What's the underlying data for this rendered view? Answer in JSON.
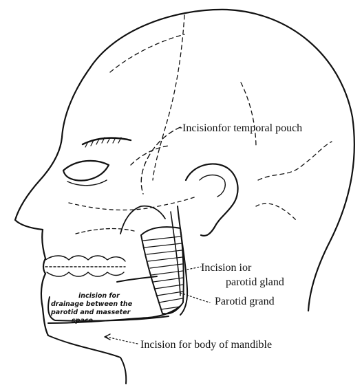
{
  "figure": {
    "labels": {
      "temporal_pouch": "Incisionfor temporal pouch",
      "parotid_incision_line1": "Incision ior",
      "parotid_incision_line2": "parotid gland",
      "parotid_gland": "Parotid grand",
      "body_of_mandible": "Incision for body of mandible",
      "drainage_line1": "incision for",
      "drainage_line2": "drainage between the",
      "drainage_line3": "parotid and masseter",
      "drainage_line4": "space"
    },
    "colors": {
      "ink": "#111111",
      "background": "#ffffff"
    }
  }
}
